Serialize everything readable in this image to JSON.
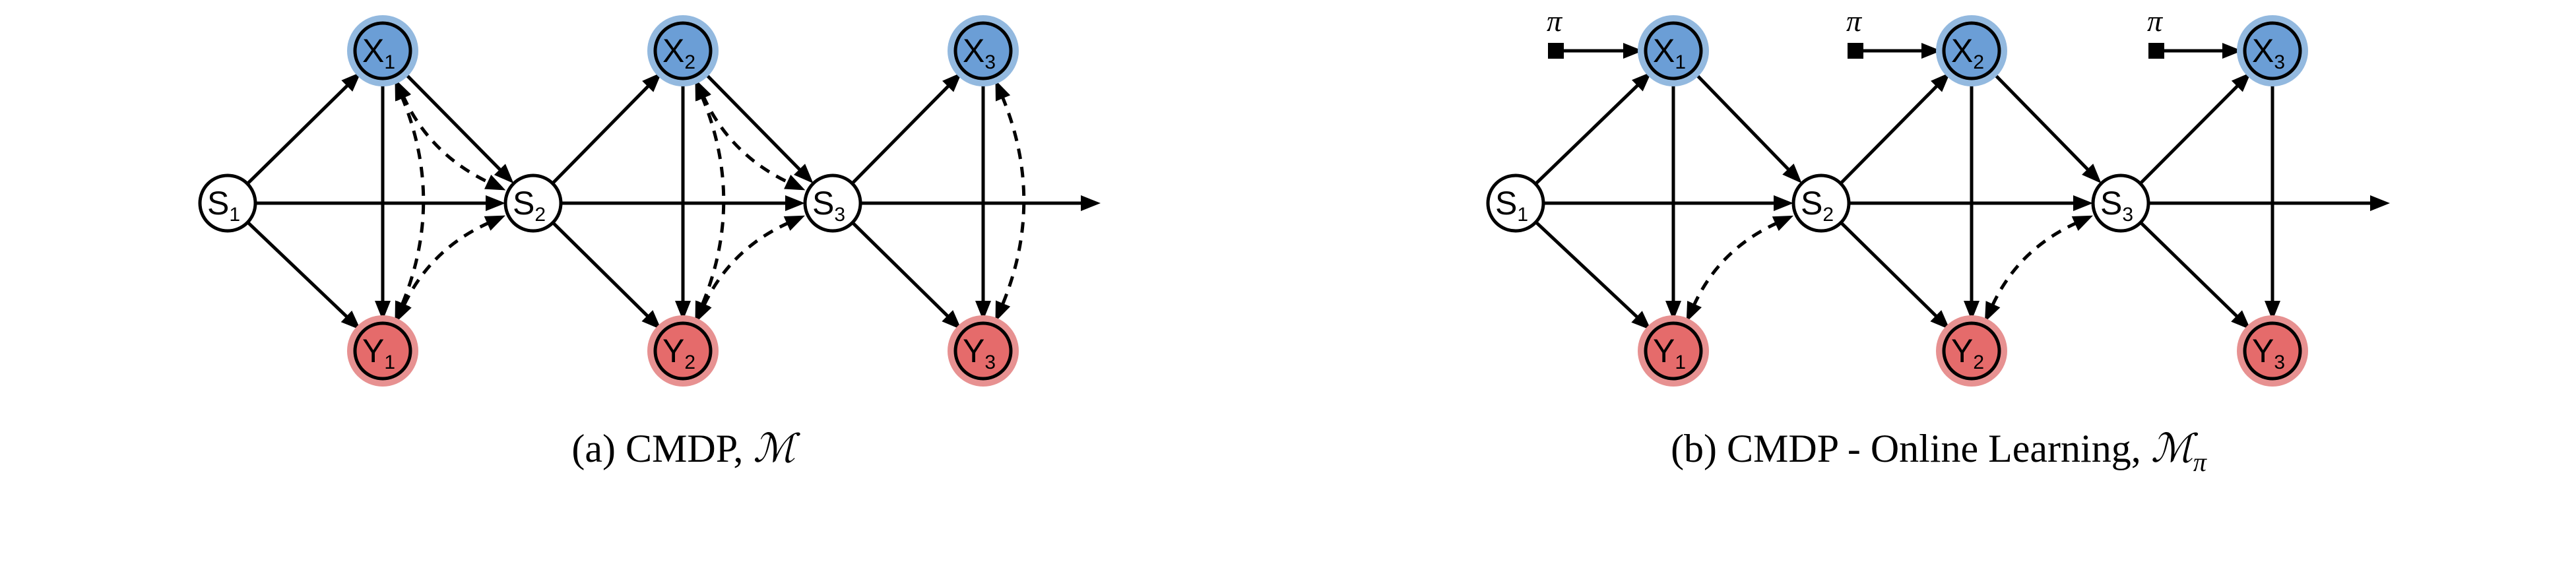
{
  "colors": {
    "x_fill": "#6b9ed6",
    "x_halo": "#93b9df",
    "y_fill": "#e56b6b",
    "y_halo": "#e79191",
    "s_fill": "#ffffff",
    "stroke": "#000000"
  },
  "panels": [
    {
      "id": "a",
      "caption": {
        "text": "(a) CMDP, ",
        "math": "ℳ",
        "math_sub": ""
      },
      "nodes": [
        {
          "id": "S1",
          "letter": "S",
          "sub": "1"
        },
        {
          "id": "S2",
          "letter": "S",
          "sub": "2"
        },
        {
          "id": "S3",
          "letter": "S",
          "sub": "3"
        },
        {
          "id": "X1",
          "letter": "X",
          "sub": "1"
        },
        {
          "id": "X2",
          "letter": "X",
          "sub": "2"
        },
        {
          "id": "X3",
          "letter": "X",
          "sub": "3"
        },
        {
          "id": "Y1",
          "letter": "Y",
          "sub": "1"
        },
        {
          "id": "Y2",
          "letter": "Y",
          "sub": "2"
        },
        {
          "id": "Y3",
          "letter": "Y",
          "sub": "3"
        }
      ],
      "edges": [
        [
          "S1",
          "X1"
        ],
        [
          "S1",
          "Y1"
        ],
        [
          "X1",
          "Y1"
        ],
        [
          "X1",
          "S2"
        ],
        [
          "S1",
          "S2"
        ],
        [
          "S2",
          "X2"
        ],
        [
          "S2",
          "Y2"
        ],
        [
          "X2",
          "Y2"
        ],
        [
          "X2",
          "S3"
        ],
        [
          "S2",
          "S3"
        ],
        [
          "S3",
          "X3"
        ],
        [
          "S3",
          "Y3"
        ],
        [
          "X3",
          "Y3"
        ],
        [
          "S3",
          "out"
        ]
      ],
      "dashed_bidirected": [
        [
          "X1",
          "S2"
        ],
        [
          "X1",
          "Y1"
        ],
        [
          "S2",
          "Y1"
        ],
        [
          "X2",
          "S3"
        ],
        [
          "X2",
          "Y2"
        ],
        [
          "S3",
          "Y2"
        ],
        [
          "X3",
          "Y3"
        ]
      ]
    },
    {
      "id": "b",
      "caption": {
        "text": "(b) CMDP - Online Learning, ",
        "math": "ℳ",
        "math_sub": "π"
      },
      "policy_label": "π",
      "nodes": [
        {
          "id": "S1",
          "letter": "S",
          "sub": "1"
        },
        {
          "id": "S2",
          "letter": "S",
          "sub": "2"
        },
        {
          "id": "S3",
          "letter": "S",
          "sub": "3"
        },
        {
          "id": "X1",
          "letter": "X",
          "sub": "1"
        },
        {
          "id": "X2",
          "letter": "X",
          "sub": "2"
        },
        {
          "id": "X3",
          "letter": "X",
          "sub": "3"
        },
        {
          "id": "Y1",
          "letter": "Y",
          "sub": "1"
        },
        {
          "id": "Y2",
          "letter": "Y",
          "sub": "2"
        },
        {
          "id": "Y3",
          "letter": "Y",
          "sub": "3"
        }
      ],
      "edges": [
        [
          "pi1",
          "X1"
        ],
        [
          "pi2",
          "X2"
        ],
        [
          "pi3",
          "X3"
        ],
        [
          "S1",
          "X1"
        ],
        [
          "S1",
          "Y1"
        ],
        [
          "X1",
          "Y1"
        ],
        [
          "X1",
          "S2"
        ],
        [
          "S1",
          "S2"
        ],
        [
          "S2",
          "X2"
        ],
        [
          "S2",
          "Y2"
        ],
        [
          "X2",
          "Y2"
        ],
        [
          "X2",
          "S3"
        ],
        [
          "S2",
          "S3"
        ],
        [
          "S3",
          "X3"
        ],
        [
          "S3",
          "Y3"
        ],
        [
          "X3",
          "Y3"
        ],
        [
          "S3",
          "out"
        ]
      ],
      "dashed_bidirected": [
        [
          "S2",
          "Y1"
        ],
        [
          "S3",
          "Y2"
        ]
      ]
    }
  ]
}
